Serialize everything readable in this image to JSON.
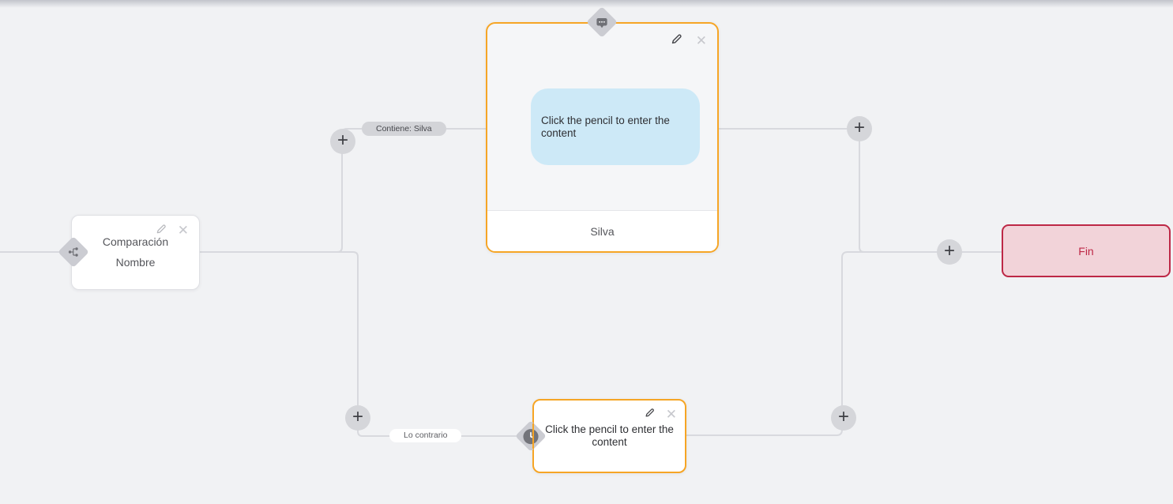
{
  "page": {
    "background_color": "#f1f2f4"
  },
  "icons": {
    "plus": "+",
    "close": "✕"
  },
  "edges": {
    "condition_label": "Contiene: Silva",
    "otherwise_label": "Lo contrario"
  },
  "nodes": {
    "comparison": {
      "title_line1": "Comparación",
      "title_line2": "Nombre"
    },
    "message": {
      "bubble_placeholder": "Click the pencil to enter the content",
      "footer_label": "Silva"
    },
    "delay": {
      "placeholder": "Click the pencil to enter the content"
    },
    "end": {
      "label": "Fin"
    }
  },
  "colors": {
    "accent_orange": "#F6A525",
    "connector_gray": "#D8D9DE",
    "bubble_blue": "#CDE9F7",
    "end_background": "#F2D3D9",
    "end_accent": "#BD2846"
  }
}
